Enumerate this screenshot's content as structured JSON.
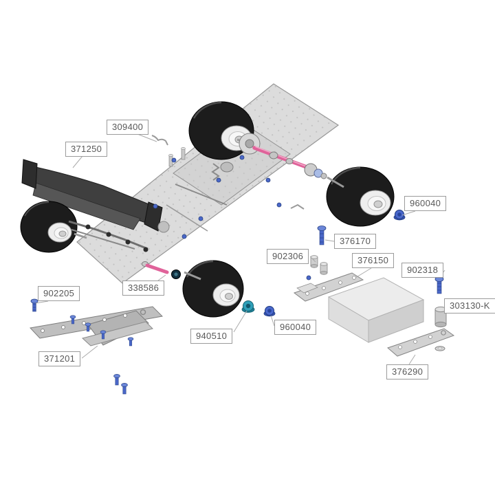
{
  "diagram": {
    "part_labels": [
      {
        "text": "309400"
      },
      {
        "text": "371250"
      },
      {
        "text": "960040"
      },
      {
        "text": "376170"
      },
      {
        "text": "902306"
      },
      {
        "text": "376150"
      },
      {
        "text": "902318"
      },
      {
        "text": "303130-K"
      },
      {
        "text": "338586"
      },
      {
        "text": "902205"
      },
      {
        "text": "940510"
      },
      {
        "text": "960040"
      },
      {
        "text": "371201"
      },
      {
        "text": "376290"
      }
    ],
    "colors": {
      "label_border": "#9b9b9b",
      "label_text": "#585858",
      "leader_line": "#aaaaaa",
      "tire_black": "#1c1c1c",
      "rim_white": "#eeeeee",
      "chassis_gray": "#dcdcdc",
      "plate_gray": "#d2d2d2",
      "wing_dark": "#3f3f3f",
      "screw_blue": "#4a67c8",
      "nut_blue": "#4a68cc",
      "nut_teal": "#2e9fb8",
      "shaft_pink": "#e0639a"
    }
  }
}
